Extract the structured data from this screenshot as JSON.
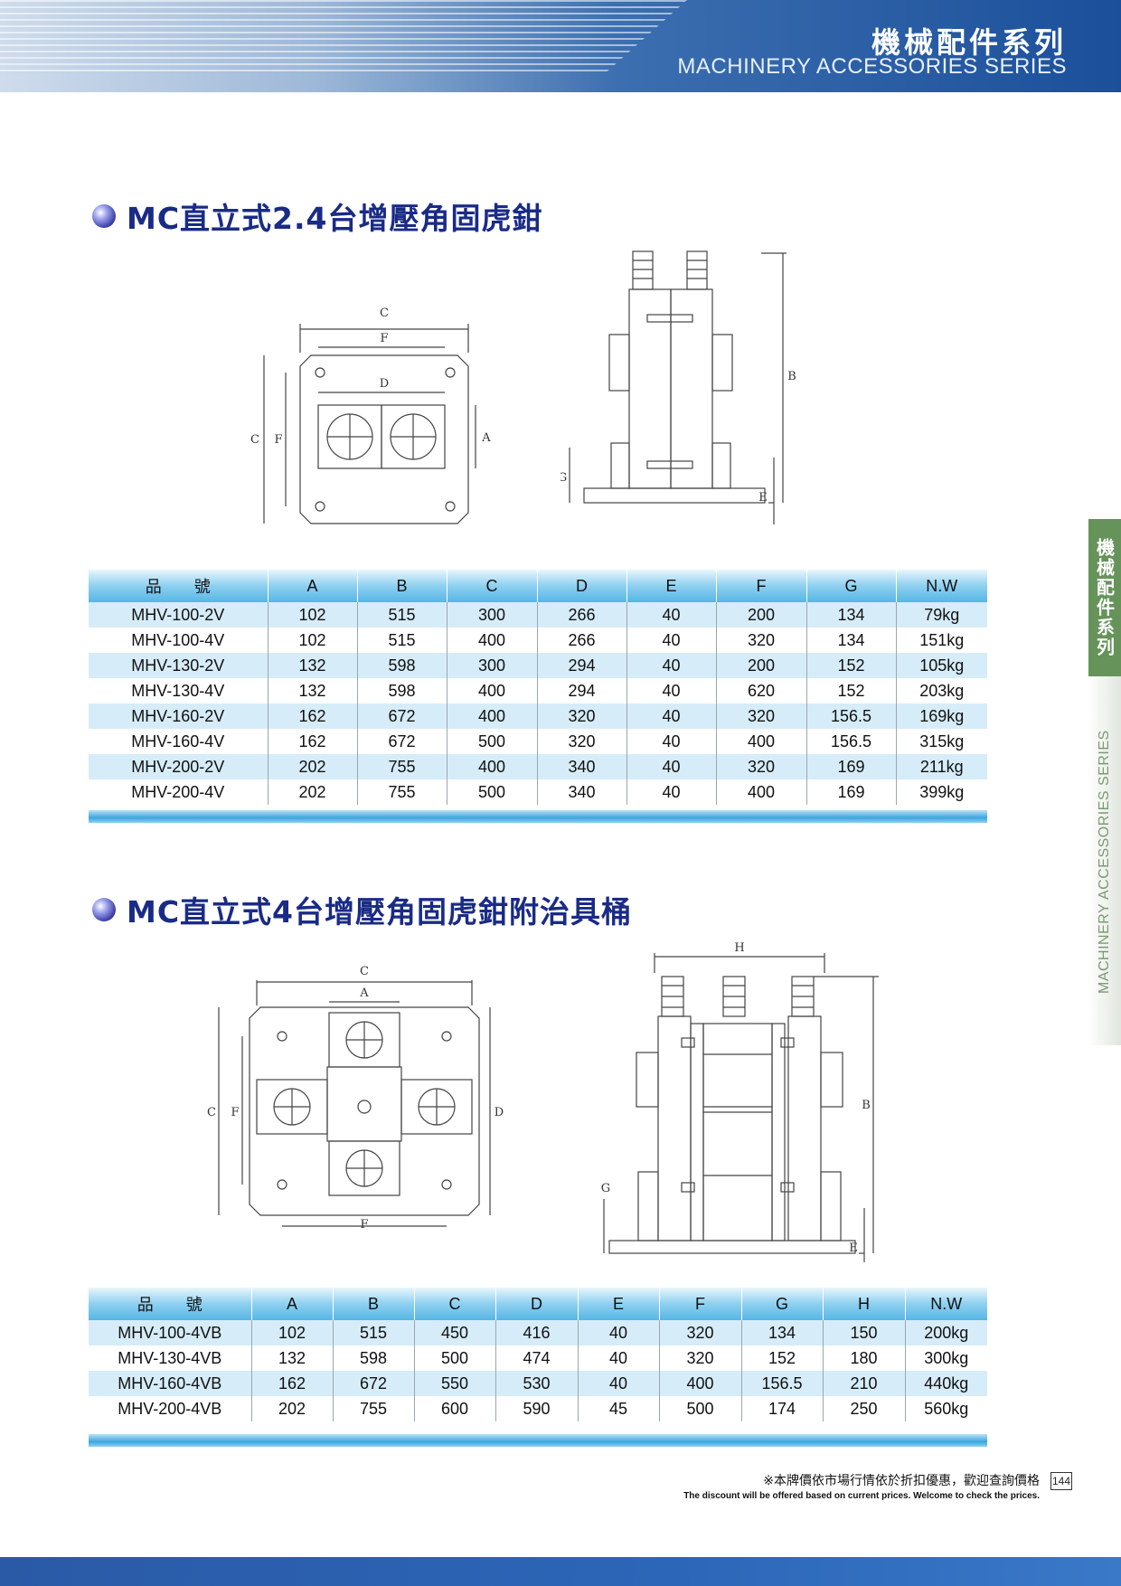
{
  "header": {
    "title_cn": "機械配件系列",
    "title_en": "MACHINERY ACCESSORIES SERIES"
  },
  "side_tab": {
    "cn": "機械配件系列",
    "en": "MACHINERY ACCESSORIES SERIES"
  },
  "section1": {
    "title": "MC直立式2.4台增壓角固虎鉗",
    "dims_top": {
      "C": "C",
      "F": "F",
      "D": "D",
      "A": "A"
    },
    "dims_side": {
      "B": "B",
      "G": "G",
      "E": "E"
    },
    "table": {
      "headers": [
        "品　　號",
        "A",
        "B",
        "C",
        "D",
        "E",
        "F",
        "G",
        "N.W"
      ],
      "rows": [
        [
          "MHV-100-2V",
          "102",
          "515",
          "300",
          "266",
          "40",
          "200",
          "134",
          "79kg"
        ],
        [
          "MHV-100-4V",
          "102",
          "515",
          "400",
          "266",
          "40",
          "320",
          "134",
          "151kg"
        ],
        [
          "MHV-130-2V",
          "132",
          "598",
          "300",
          "294",
          "40",
          "200",
          "152",
          "105kg"
        ],
        [
          "MHV-130-4V",
          "132",
          "598",
          "400",
          "294",
          "40",
          "620",
          "152",
          "203kg"
        ],
        [
          "MHV-160-2V",
          "162",
          "672",
          "400",
          "320",
          "40",
          "320",
          "156.5",
          "169kg"
        ],
        [
          "MHV-160-4V",
          "162",
          "672",
          "500",
          "320",
          "40",
          "400",
          "156.5",
          "315kg"
        ],
        [
          "MHV-200-2V",
          "202",
          "755",
          "400",
          "340",
          "40",
          "320",
          "169",
          "211kg"
        ],
        [
          "MHV-200-4V",
          "202",
          "755",
          "500",
          "340",
          "40",
          "400",
          "169",
          "399kg"
        ]
      ]
    }
  },
  "section2": {
    "title": "MC直立式4台增壓角固虎鉗附治具桶",
    "dims_top": {
      "C": "C",
      "A": "A",
      "F": "F",
      "D": "D"
    },
    "dims_side": {
      "H": "H",
      "B": "B",
      "G": "G",
      "E": "E"
    },
    "table": {
      "headers": [
        "品　　號",
        "A",
        "B",
        "C",
        "D",
        "E",
        "F",
        "G",
        "H",
        "N.W"
      ],
      "rows": [
        [
          "MHV-100-4VB",
          "102",
          "515",
          "450",
          "416",
          "40",
          "320",
          "134",
          "150",
          "200kg"
        ],
        [
          "MHV-130-4VB",
          "132",
          "598",
          "500",
          "474",
          "40",
          "320",
          "152",
          "180",
          "300kg"
        ],
        [
          "MHV-160-4VB",
          "162",
          "672",
          "550",
          "530",
          "40",
          "400",
          "156.5",
          "210",
          "440kg"
        ],
        [
          "MHV-200-4VB",
          "202",
          "755",
          "600",
          "590",
          "45",
          "500",
          "174",
          "250",
          "560kg"
        ]
      ]
    }
  },
  "footer": {
    "note_cn": "※本牌價依市場行情依於折扣優惠，歡迎查詢價格",
    "note_en": "The discount will be offered based on current prices. Welcome to check the prices.",
    "page_number": "144"
  }
}
